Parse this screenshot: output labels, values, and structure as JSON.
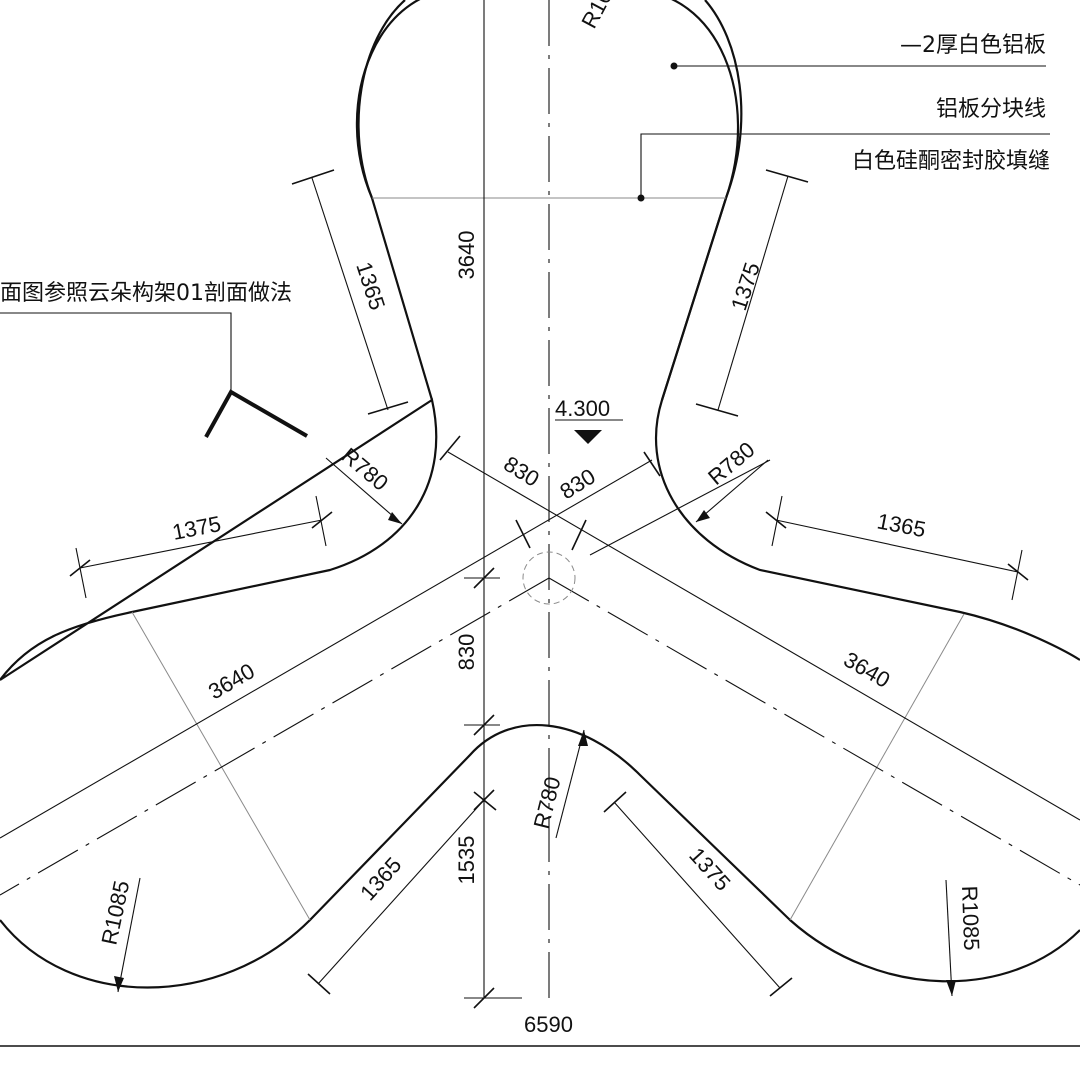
{
  "notes": {
    "panel_spec": "—2厚白色铝板",
    "split_line": "铝板分块线",
    "sealant": "白色硅酮密封胶填缝",
    "section_ref": "面图参照云朵构架01剖面做法",
    "elevation": "4.300"
  },
  "dimensions": {
    "top_radius": "R10",
    "top_vertical": "3640",
    "upper_left_neck": "1365",
    "upper_right_neck": "1375",
    "left_inner_radius": "R780",
    "right_inner_radius": "R780",
    "center_a": "830",
    "center_b": "830",
    "center_vertical": "830",
    "left_horizontal": "1375",
    "right_horizontal": "1365",
    "left_diagonal": "3640",
    "right_diagonal": "3640",
    "bottom_inner_radius": "R780",
    "lower_left_neck": "1365",
    "lower_vertical": "1535",
    "lower_right_neck": "1375",
    "left_radius": "R1085",
    "right_radius": "R1085",
    "overall": "6590"
  }
}
